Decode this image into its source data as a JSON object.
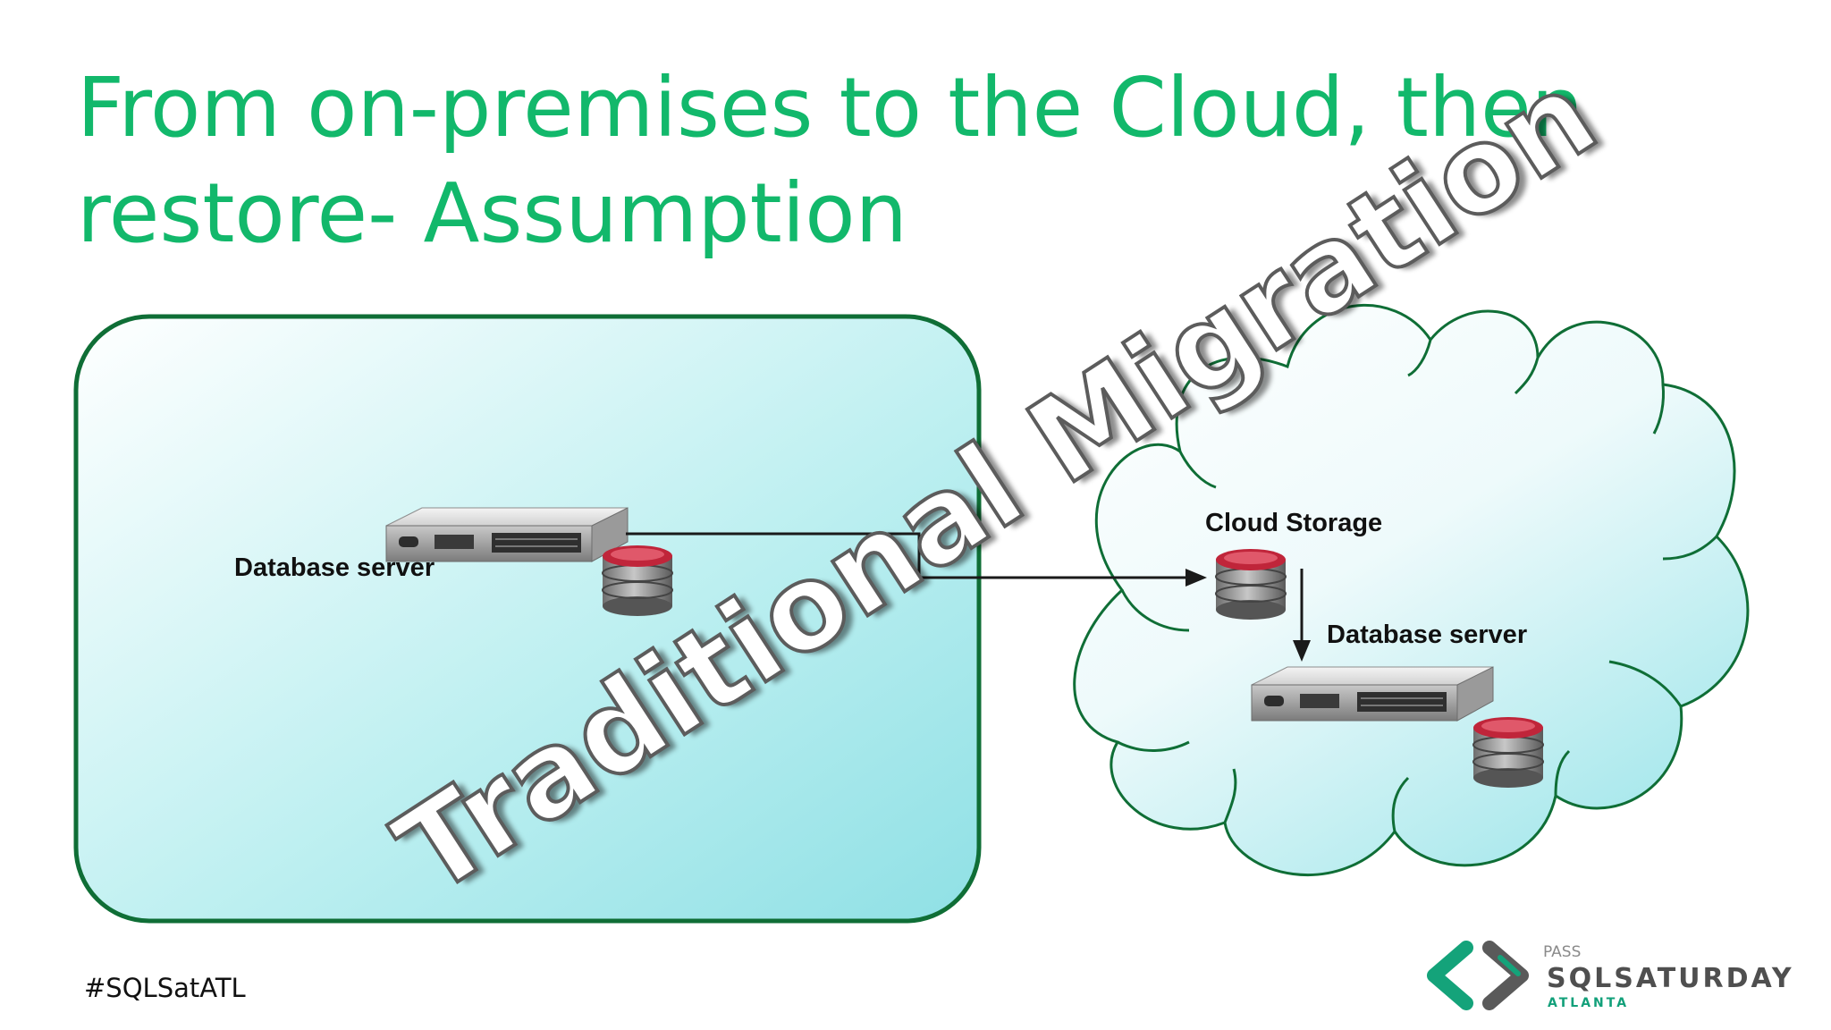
{
  "slide": {
    "title_line1": "From on-premises to the Cloud, then",
    "title_line2": "restore- Assumption",
    "watermark": "Traditional Migration",
    "hashtag": "#SQLSatATL"
  },
  "onprem": {
    "server_label": "Database server"
  },
  "cloud": {
    "storage_label": "Cloud Storage",
    "server_label": "Database server"
  },
  "logo": {
    "pass": "PASS",
    "name": "SQLSATURDAY",
    "city": "ATLANTA"
  },
  "colors": {
    "title": "#12b86b",
    "frame": "#0f7a3c",
    "fill_light": "#ffffff",
    "fill_teal": "#95e2e6"
  }
}
